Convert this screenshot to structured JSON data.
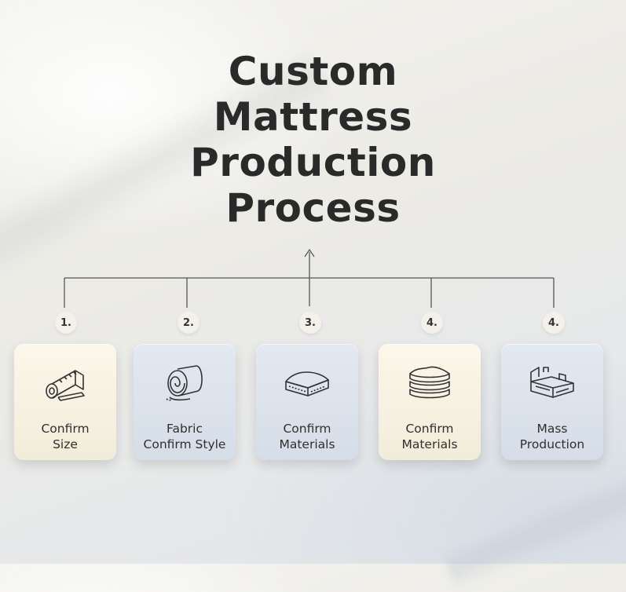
{
  "title": {
    "line1": "Custom",
    "line2": "Mattress",
    "line3": "Production",
    "line4": "Process"
  },
  "steps": [
    {
      "number": "1.",
      "label_line1": "Confirm",
      "label_line2": "Size",
      "icon": "fabric-roll-tape-icon",
      "color": "#f6f1e2"
    },
    {
      "number": "2.",
      "label_line1": "Fabric",
      "label_line2": "Confirm Style",
      "icon": "fabric-roll-icon",
      "color": "#dce3ec"
    },
    {
      "number": "3.",
      "label_line1": "Confirm",
      "label_line2": "Materials",
      "icon": "foam-layer-icon",
      "color": "#dce3ec"
    },
    {
      "number": "4.",
      "label_line1": "Confirm",
      "label_line2": "Materials",
      "icon": "stacked-layers-icon",
      "color": "#f6f1e2"
    },
    {
      "number": "4.",
      "label_line1": "Mass",
      "label_line2": "Production",
      "icon": "factory-machine-icon",
      "color": "#dce3ec"
    }
  ]
}
